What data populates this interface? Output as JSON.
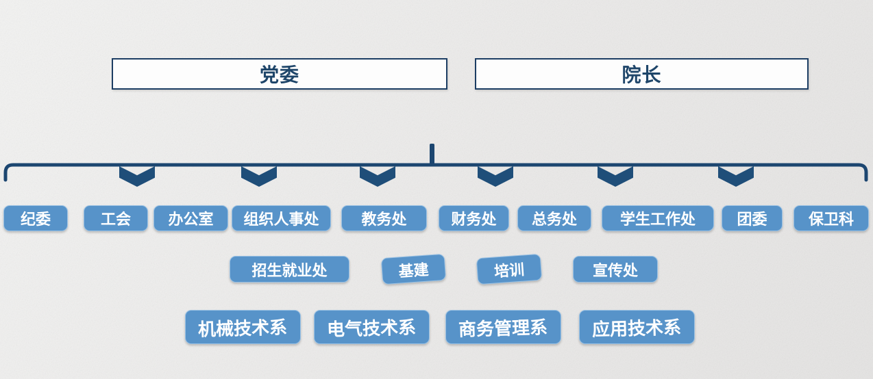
{
  "diagram": {
    "type": "org-chart",
    "language": "zh-CN",
    "top_boxes": [
      {
        "label": "党委"
      },
      {
        "label": "院长"
      }
    ],
    "connector": {
      "style": "horizontal-bracket-with-center-tick",
      "chevron_icon_count": 6
    },
    "rows": {
      "r1": {
        "items": [
          {
            "label": "纪委"
          },
          {
            "label": "工会"
          },
          {
            "label": "办公室"
          },
          {
            "label": "组织人事处"
          },
          {
            "label": "教务处"
          },
          {
            "label": "财务处"
          },
          {
            "label": "总务处"
          },
          {
            "label": "学生工作处"
          },
          {
            "label": "团委"
          },
          {
            "label": "保卫科"
          }
        ]
      },
      "r2": {
        "items": [
          {
            "label": "招生就业处"
          },
          {
            "label": "基建"
          },
          {
            "label": "培训"
          },
          {
            "label": "宣传处"
          }
        ]
      },
      "r3": {
        "items": [
          {
            "label": "机械技术系"
          },
          {
            "label": "电气技术系"
          },
          {
            "label": "商务管理系"
          },
          {
            "label": "应用技术系"
          }
        ]
      }
    },
    "colors": {
      "navy_line": "#1c4670",
      "navy_chevron": "#1f4e79",
      "navy_text": "#1e4569",
      "dept_box_blue": "#5793c9",
      "dept_box_border": "#9cc3e5",
      "top_box_bg": "#fdfdfd",
      "top_box_border": "#1c3d63",
      "background": "#ebeae9",
      "dept_text": "#ffffff"
    }
  }
}
